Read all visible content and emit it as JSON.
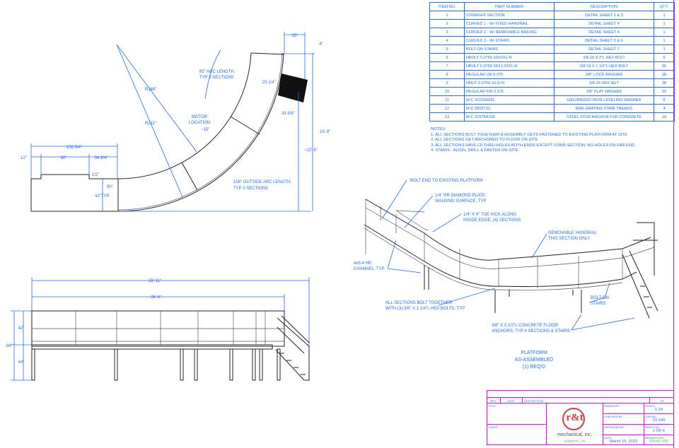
{
  "bom": {
    "headers": [
      "ITEM NO.",
      "PART NUMBER",
      "DESCRIPTION",
      "QTY."
    ],
    "rows": [
      {
        "item": "1",
        "part": "STRAIGHT SECTION",
        "desc": "DETAIL SHEET 2 & 3",
        "qty": "1"
      },
      {
        "item": "2",
        "part": "CURVED 1 - W/ FIXED HANDRAIL",
        "desc": "DETAIL SHEET 4",
        "qty": "1"
      },
      {
        "item": "3",
        "part": "CURVED 2 - W/ REMOVABLE RAILING",
        "desc": "DETAIL SHEET 4",
        "qty": "1"
      },
      {
        "item": "4",
        "part": "CURVED 3 - W/ STAIRS",
        "desc": "DETAIL SHEET 5 & 6",
        "qty": "1"
      },
      {
        "item": "5",
        "part": "BOLT-ON STAIRS",
        "desc": "DETAIL SHEET 7",
        "qty": "1"
      },
      {
        "item": "6",
        "part": "HBOLT 0.3750-16X2X1-N",
        "desc": "3/8-16 X 2\"L HEX BOLT",
        "qty": "6"
      },
      {
        "item": "7",
        "part": "HBOLT 0.3750-16X1.25X1-N",
        "desc": "3/8-16 X 1 1/4\"L HEX BOLT",
        "qty": "30"
      },
      {
        "item": "8",
        "part": "REGULAR LW 0.375",
        "desc": "3/8\" LOCK WASHER",
        "qty": "38"
      },
      {
        "item": "9",
        "part": "HNUT 0.3750-16-D-N",
        "desc": "3/8-16 HEX NUT",
        "qty": "38"
      },
      {
        "item": "10",
        "part": "REGULAR FW 0.375",
        "desc": "3/8\" FLAT WASHER",
        "qty": "16"
      },
      {
        "item": "11",
        "part": "M-C 91152A031",
        "desc": "GALVANIZED IRON LEVELING WASHER",
        "qty": "6"
      },
      {
        "item": "12",
        "part": "M-C 6856T32",
        "desc": "BAR GRATING STAIR TREADS",
        "qty": "4"
      },
      {
        "item": "13",
        "part": "M-C 91578A109",
        "desc": "STEEL STUD ANCHOR FOR CONCRETE",
        "qty": "18"
      }
    ]
  },
  "notes": {
    "title": "NOTES:",
    "items": [
      "1.  ALL SECTIONS BOLT TOGETHER & ASSEMBLY GETS FASTENED TO EXISTING PLATFORM AT SITE",
      "2.  ALL SECTIONS GET ANCHORED TO FLOOR ON-SITE",
      "3.  ALL SECTIONS HAVE (3) THRU-HOLES BOTH ENDS EXCEPT STAIR SECTION, NO HOLES ON FAR END",
      "4.  STAIRS - ALIGN, DRILL & FASTEN ON-SITE"
    ]
  },
  "plan": {
    "arc_length": [
      "85\" ARC LENGTH,",
      "TYP 3 SECTIONS"
    ],
    "r_inner": "R169\"",
    "r_outer": "R211\"",
    "motor": [
      "MOTOR",
      "LOCATION"
    ],
    "motor_dim": "~15\"",
    "outside_arc": [
      "106\" OUTSIDE ARC LENGTH,",
      "TYP 3 SECTIONS"
    ],
    "d25": "25\"",
    "d4": "4\"",
    "d25q": "25 1/4\"",
    "d33": "33 3/8\"",
    "d168": "16'-8\"",
    "d128": "~12'-8\"",
    "d106": "106 3/4\"",
    "d12": "12\"",
    "d60": "60\"",
    "d34": "34 3/4\"",
    "dhalf": "1/2\"",
    "d90": "90°",
    "d42typ": "42\"TYP"
  },
  "elevation": {
    "overall": "28'-11\"",
    "platform": "~26'-6\"",
    "h84": "84\"",
    "h42": "42\"",
    "h44": "44\""
  },
  "iso": {
    "bolt_end": "BOLT END TO EXISTING PLATFORM",
    "diamond": [
      "1/4\" HR DIAMOND PLATE",
      "WALKING SURFACE, TYP"
    ],
    "toe_kick": [
      "1/4\" X 4\" TOE KICK ALONG",
      "INSIDE EDGE, (4) SECTIONS"
    ],
    "removable": [
      "REMOVABLE HANDRAIL",
      "THIS SECTION ONLY"
    ],
    "channel": [
      "4x5.4 HR",
      "CHANNEL, TYP"
    ],
    "bolt_together": [
      "ALL SECTIONS BOLT TOGETHER",
      "WITH (3) 3/8\" X 1 1/4\"L HEX BOLTS, TYP"
    ],
    "bolt_on": [
      "BOLT-ON",
      "STAIRS"
    ],
    "anchors": [
      "3/8\" X 3 1/2\"L CONCRETE FLOOR",
      "ANCHORS, TYP 4 SECTIONS & STAIRS"
    ],
    "caption": [
      "PLATFORM",
      "AS-ASSEMBLED",
      "(1) REQ'D"
    ]
  },
  "title_block": {
    "rev": "REV.",
    "date_h": "DATE",
    "description": "DESCRIPTION",
    "by": "BY",
    "title": "TITLE:",
    "client": "CLIENT:",
    "drawn_by": "DRAWN BY:",
    "checked_by": "CHECKED BY:",
    "approved_by": "APPROVED BY:",
    "date": "DATE:",
    "scale_l": "SCALE:",
    "scale": "1:24",
    "job_l": "JOB NO.:",
    "job": "23-140",
    "sheet_l": "SHEET NO.:",
    "sheet": "1 OF 6",
    "date_v": "March 15, 2023",
    "drawing_l": "DRAWING NO.:",
    "drawing": "23140-101",
    "logo_mark": "r&t",
    "company": "mechanical, inc.",
    "location": "MARIETTA, PA",
    "colors": {
      "frame": "#ff00ff",
      "text": "#1a6cff",
      "logo": "#e0393e",
      "drawing_no": "#33cc33"
    }
  }
}
